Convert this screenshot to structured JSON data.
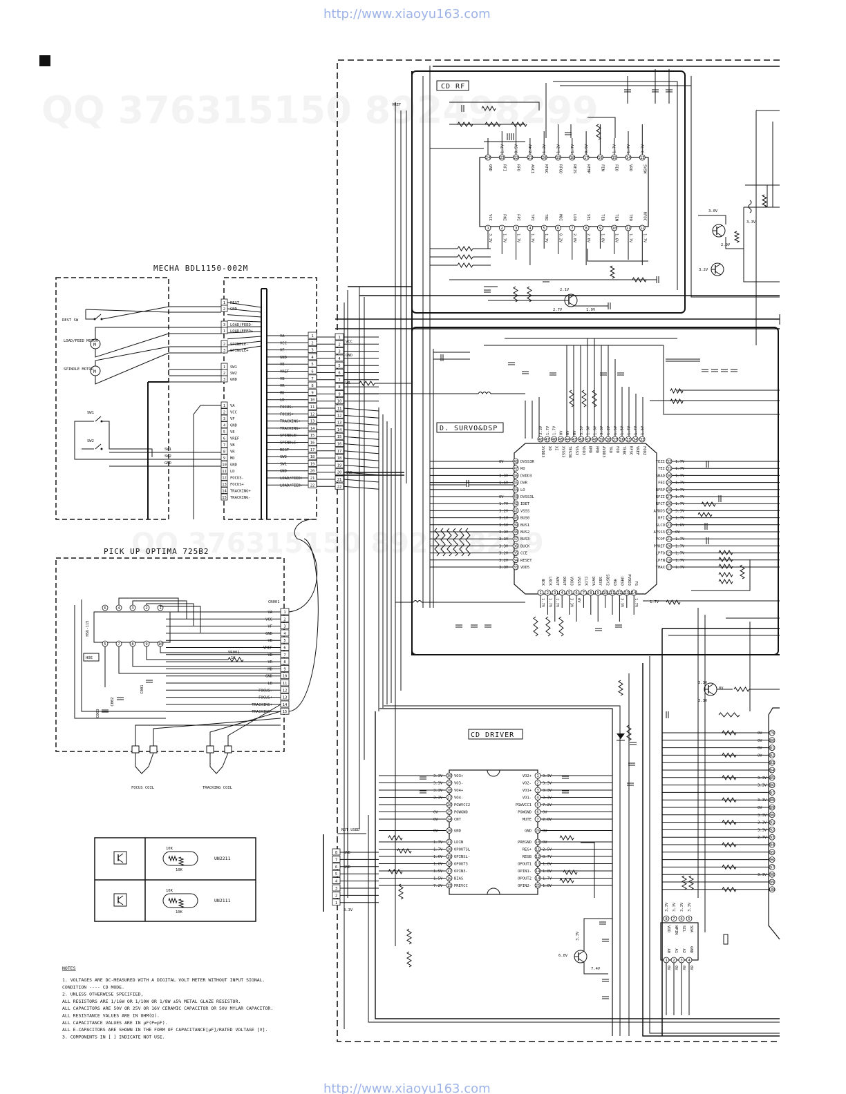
{
  "urls": {
    "top": "http://www.xiaoyu163.com",
    "bottom": "http://www.xiaoyu163.com"
  },
  "watermark": "QQ 376315150  892498299",
  "blocks": {
    "mecha": "MECHA   BDL1150-002M",
    "pickup": "PICK UP   OPTIMA 725B2",
    "cd_rf": "CD RF",
    "dsp": "D. SURVO&DSP",
    "driver": "CD DRIVER",
    "hoe": "HOE",
    "not_used": "NOT USED"
  },
  "mecha_left": {
    "switches": [
      "REST SW",
      "SW1",
      "SW2"
    ],
    "motors": [
      "LOAD/FEED MOTOR",
      "SPINDLE MOTOR"
    ],
    "conn_top": [
      "REST",
      "GND",
      "LOAD/FEED-",
      "LOAD/FEED+",
      "SPINDLE-",
      "SPINDLE+",
      "SW1",
      "SW2",
      "GND"
    ],
    "conn_bottom": [
      "VA",
      "VCC",
      "VF",
      "GND",
      "VE",
      "VREF",
      "VB",
      "VR",
      "MD",
      "GND",
      "LD",
      "FOCUS-",
      "FOCUS+",
      "TRACKING+",
      "TRACKING-"
    ],
    "sw_labels": [
      "SW1",
      "SW2",
      "GND"
    ]
  },
  "mecha_right": [
    "VA",
    "VCC",
    "VF",
    "GND",
    "VE",
    "VREF",
    "VB",
    "VR",
    "MD",
    "LD",
    "FOCUS-",
    "FOCUS+",
    "TRACKING+",
    "TRACKING-",
    "SPINDLE+",
    "SPINDLE-",
    "REST",
    "SW2",
    "SW1",
    "GND",
    "LOAD/FEED+",
    "LOAD/FEED-"
  ],
  "main_conn": {
    "numbers": [
      "1",
      "2",
      "3",
      "4",
      "5",
      "6",
      "7",
      "8",
      "9",
      "10",
      "11",
      "12",
      "13",
      "14",
      "15",
      "16",
      "17",
      "18",
      "19",
      "20",
      "21",
      "22"
    ],
    "labels": {
      "vcc": "VCC",
      "gnd": "GND",
      "vr": "VR",
      "gnd2": "GND"
    }
  },
  "pickup_conn": {
    "name": "CN001",
    "pins": [
      "VA",
      "VCC",
      "VF",
      "GND",
      "VE",
      "VREF",
      "VB",
      "VR",
      "MD",
      "GND",
      "LD",
      "FOCUS-",
      "FOCUS+",
      "TRACKING+",
      "TRACKING-"
    ]
  },
  "pickup_parts": {
    "vr": "VR001",
    "vr_val": "1K",
    "hsu": "HSU-115",
    "c1": "C001",
    "c2": "C002",
    "c3": "C003",
    "focus": "FOCUS COIL",
    "tracking": "TRACKING COIL"
  },
  "cd_rf_chip": {
    "top_pins": [
      "GND",
      "RFI",
      "RFO",
      "AGCI",
      "RFGC",
      "RFGO",
      "REIS",
      "RFMP",
      "FEN",
      "FEO",
      "VRO",
      "SVSW"
    ],
    "top_nums": [
      "24",
      "23",
      "22",
      "21",
      "20",
      "19",
      "18",
      "17",
      "16",
      "15",
      "14",
      "13"
    ],
    "top_volt": [
      "",
      "1.7V",
      "0.5V",
      "2.4V",
      "1.2V",
      "1.2V",
      "1.7V",
      "0.5V",
      "",
      "1.7V",
      "1.7V",
      "3.3V"
    ],
    "bot_pins": [
      "VCC",
      "FNI",
      "FPI",
      "TPI",
      "TNI",
      "MDI",
      "LDO",
      "SEL",
      "TEB",
      "TEN",
      "TEO",
      "RFDC"
    ],
    "bot_nums": [
      "1",
      "2",
      "3",
      "4",
      "5",
      "6",
      "7",
      "8",
      "9",
      "10",
      "11",
      "12"
    ],
    "bot_volt": [
      "3.3V",
      "1.7V",
      "1.7V",
      "1.7V",
      "1.7V",
      "0.2V",
      "2.0V",
      "2.6V",
      "1.8V",
      "1.6V",
      "1.7V",
      "1.7V"
    ],
    "vref": "VREF"
  },
  "transistors": {
    "t1_v": "2.1V",
    "t1_v2": "2.7V",
    "t1_v3": "1.9V",
    "t2_v": "3.0V",
    "t2_v2": "3.3V",
    "t2_v3": "2.9V",
    "t2_v4": "3.2V"
  },
  "dsp_chip": {
    "left": [
      [
        "0V",
        "48",
        "DVSS3R"
      ],
      [
        "",
        "47",
        "RO"
      ],
      [
        "3.3V",
        "46",
        "DVDD3"
      ],
      [
        "1.6V",
        "45",
        "DVR"
      ],
      [
        "",
        "44",
        "LO"
      ],
      [
        "0V",
        "43",
        "DVSS3L"
      ],
      [
        "1.7V",
        "42",
        "IDET"
      ],
      [
        "3.2V",
        "41",
        "VSSS"
      ],
      [
        "3.1V",
        "40",
        "BUS0"
      ],
      [
        "3.5V",
        "39",
        "BUS1"
      ],
      [
        "3.3V",
        "38",
        "BUS2"
      ],
      [
        "3.3V",
        "37",
        "BUS3"
      ],
      [
        "3.3V",
        "36",
        "BUCK"
      ],
      [
        "3.2V",
        "35",
        "CCE"
      ],
      [
        "3.2V",
        "34",
        "RESET"
      ],
      [
        "3.3V",
        "33",
        "VDD5"
      ]
    ],
    "right": [
      [
        "TEZI",
        "32",
        "1.7V"
      ],
      [
        "TEI",
        "31",
        "1.7V"
      ],
      [
        "SBAD",
        "30",
        "1.7V"
      ],
      [
        "FEI",
        "29",
        "1.7V"
      ],
      [
        "RFRP",
        "28",
        "1.7V"
      ],
      [
        "RFZI",
        "27",
        "1.7V"
      ],
      [
        "RFCT",
        "26",
        "1.7V"
      ],
      [
        "AVDD3",
        "25",
        "3.3V"
      ],
      [
        "RFI",
        "24",
        "1.7V"
      ],
      [
        "SLCO",
        "23",
        "1.6V"
      ],
      [
        "AVSS3",
        "22",
        "0V"
      ],
      [
        "VCOF",
        "21",
        "1.7V"
      ],
      [
        "PVREF",
        "20",
        "1.7V"
      ],
      [
        "LPFO",
        "19",
        "1.7V"
      ],
      [
        "LPFN",
        "18",
        "1.7V"
      ],
      [
        "TMAX",
        "17",
        "1.7V"
      ]
    ],
    "top": [
      [
        "XVDD3",
        "3.3V"
      ],
      [
        "XO",
        "1.7V"
      ],
      [
        "XI",
        "1.7V"
      ],
      [
        "XVSS3",
        "0V"
      ],
      [
        "TESIN",
        "0V"
      ],
      [
        "VSS3",
        "0V"
      ],
      [
        "VDD3",
        "3.3V"
      ],
      [
        "DMO",
        "1.8V"
      ],
      [
        "FMO",
        "1.6V"
      ],
      [
        "AVDD3",
        "3.3V"
      ],
      [
        "TRO",
        "1.2V"
      ],
      [
        "FOO",
        "1.5V"
      ],
      [
        "TEBC",
        "1.5V"
      ],
      [
        "RFSC",
        "1.7V"
      ],
      [
        "VREF",
        "1.7V"
      ],
      [
        "FOO2",
        "1.6V"
      ]
    ],
    "bottom": [
      [
        "BCK",
        "1.7V"
      ],
      [
        "LRCK",
        "1.7V"
      ],
      [
        "AOUT",
        "1.7V"
      ],
      [
        "DOUT",
        ""
      ],
      [
        "VDD3",
        "3.3V"
      ],
      [
        "VSS3",
        "0V"
      ],
      [
        "CLCK",
        ""
      ],
      [
        "DATA",
        ""
      ],
      [
        "SBSY",
        ""
      ],
      [
        "SBSY2",
        ""
      ],
      [
        "HSO",
        ""
      ],
      [
        "UHSO",
        "3.3V"
      ],
      [
        "PVDD3",
        ""
      ],
      [
        "FG",
        "1.7V"
      ]
    ]
  },
  "driver_chip": {
    "left": [
      [
        "3.3V",
        "30",
        "VO3+"
      ],
      [
        "3.3V",
        "29",
        "VO3-"
      ],
      [
        "3.3V",
        "28",
        "VO4+"
      ],
      [
        "3.3V",
        "27",
        "VO4-"
      ],
      [
        "",
        "26",
        "PGWVCC2"
      ],
      [
        "0V",
        "25",
        "POWGND"
      ],
      [
        "0V",
        "24",
        "CNT"
      ],
      [
        "0V",
        "",
        "GND"
      ],
      [
        "1.7V",
        "21",
        "LDIN"
      ],
      [
        "1.7V",
        "20",
        "OPOUTSL"
      ],
      [
        "1.6V",
        "19",
        "OPINSL-"
      ],
      [
        "1.6V",
        "18",
        "OPOUT3"
      ],
      [
        "1.5V",
        "17",
        "OPIN3-"
      ],
      [
        "1.5V",
        "16",
        "BIAS"
      ],
      [
        "7.2V",
        "15",
        "PREVCC"
      ]
    ],
    "right": [
      [
        "VO2+",
        "1",
        "3.3V"
      ],
      [
        "VO2-",
        "2",
        "3.3V"
      ],
      [
        "VO1+",
        "3",
        "3.3V"
      ],
      [
        "VO1-",
        "4",
        "3.3V"
      ],
      [
        "PGWVCC1",
        "5",
        "7.2V"
      ],
      [
        "POWGND",
        "6",
        "0V"
      ],
      [
        "MUTE",
        "7",
        "2.8V"
      ],
      [
        "GND",
        "",
        "0V"
      ],
      [
        "PREGND",
        "10",
        "0V"
      ],
      [
        "REG+",
        "11",
        "2.5V"
      ],
      [
        "REGB",
        "12",
        "8.7V"
      ],
      [
        "OPOUT1",
        "13",
        "1.8V"
      ],
      [
        "OPIN1-",
        "14",
        "1.8V"
      ],
      [
        "OPOUT2",
        "14",
        "1.7V"
      ],
      [
        "OPIN2-",
        "",
        "1.8V"
      ]
    ]
  },
  "lower_conn": {
    "nums": [
      "8",
      "7",
      "6",
      "5",
      "4",
      "3",
      "2",
      "1"
    ],
    "labels": [
      "GND",
      "",
      "GND",
      "",
      "",
      "",
      "",
      "3.3V"
    ]
  },
  "driver_v": {
    "tv": "6.8V",
    "tv2": "3.3V",
    "tv3": "7.4V"
  },
  "right_side": {
    "t3_v": "3.3V",
    "t3_v2": "0V",
    "t3_v3": "3.3V",
    "pins": [
      "79",
      "80",
      "81",
      "82",
      "83",
      "84",
      "85",
      "86",
      "87",
      "88",
      "89",
      "90",
      "91",
      "92",
      "93",
      "94",
      "95",
      "96",
      "97",
      "98",
      "99",
      "100"
    ],
    "volts": [
      "0V",
      "0V",
      "0V",
      "0V",
      "",
      "",
      "3.3V",
      "3.3V",
      "",
      "3.3V",
      "0V",
      "3.3V",
      "3.3V",
      "3.3V",
      "2.7V",
      "",
      "",
      "",
      "",
      "3.3V",
      "",
      ""
    ]
  },
  "eeprom": {
    "top_pins": [
      "VDD",
      "WPIN",
      "SCL",
      "SDA"
    ],
    "top_v": [
      "3.3V",
      "3.3V",
      "3.3V",
      "3.3V"
    ],
    "top_n": [
      "8",
      "7",
      "6",
      "5"
    ],
    "bot_pins": [
      "A0",
      "A1",
      "A2",
      "GND"
    ],
    "bot_n": [
      "1",
      "2",
      "3",
      "4"
    ],
    "bot_v": [
      "0V",
      "0V",
      "0V",
      "0V"
    ]
  },
  "legend": [
    {
      "name": "UN2211",
      "r1": "10K",
      "r2": "10K"
    },
    {
      "name": "UN2111",
      "r1": "10K",
      "r2": "10K"
    }
  ],
  "notes": {
    "title": "NOTES",
    "lines": [
      "1. VOLTAGES ARE DC-MEASURED WITH A DIGITAL VOLT METER WITHOUT INPUT SIGNAL.",
      "   CONDITION ---- CD MODE.",
      "2. UNLESS OTHERWISE SPECIFIED,",
      "     ALL RESISTORS ARE 1/16W OR 1/10W OR 1/8W ±5% METAL GLAZE RESISTOR.",
      "     ALL CAPACITORS ARE 50V OR 25V OR 16V CERAMIC CAPACITOR OR 50V MYLAR CAPACITOR.",
      "     ALL RESISTANCE VALUES ARE IN OHM(Ω).",
      "     ALL CAPACITANCE VALUES ARE IN μF(P=pF).",
      "     ALL E-CAPACITORS ARE SHOWN IN THE FORM OF CAPACITANCE[μF]/RATED VOLTAGE [V].",
      "3. COMPONENTS IN [ ] INDICATE NOT USE."
    ]
  }
}
